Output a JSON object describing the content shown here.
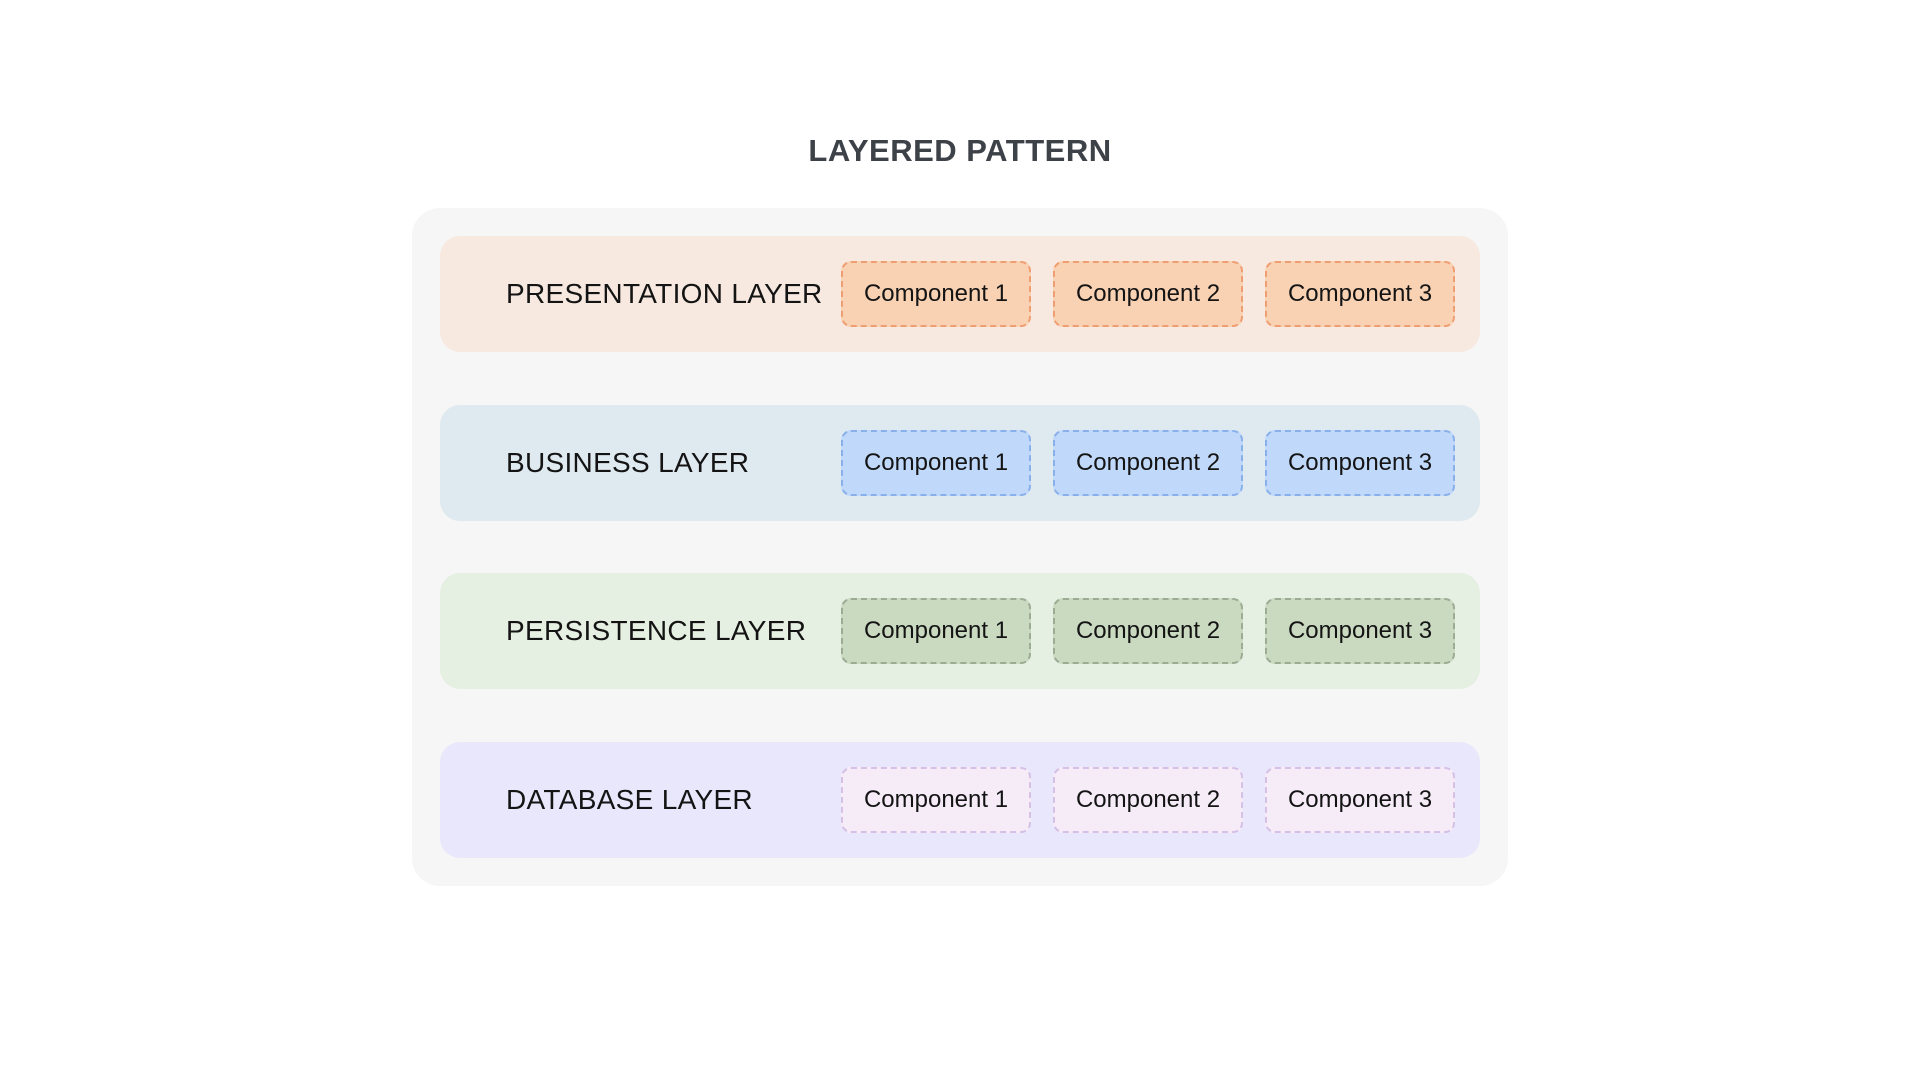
{
  "title": "LAYERED PATTERN",
  "colors": {
    "page_bg": "#ffffff",
    "container_bg": "#f6f6f6",
    "title_text": "#3d4148",
    "label_text": "#141414"
  },
  "layers": [
    {
      "name": "PRESENTATION LAYER",
      "bg": "#f7e9df",
      "component_bg": "#f9d1b3",
      "component_border": "#ef9e72",
      "components": [
        "Component 1",
        "Component 2",
        "Component 3"
      ]
    },
    {
      "name": "BUSINESS LAYER",
      "bg": "#dfe9f0",
      "component_bg": "#c0d9fa",
      "component_border": "#8ab0ec",
      "components": [
        "Component 1",
        "Component 2",
        "Component 3"
      ]
    },
    {
      "name": "PERSISTENCE LAYER",
      "bg": "#e6f0e2",
      "component_bg": "#c9dac1",
      "component_border": "#9cab94",
      "components": [
        "Component 1",
        "Component 2",
        "Component 3"
      ]
    },
    {
      "name": "DATABASE LAYER",
      "bg": "#e9e7fc",
      "component_bg": "#f5ecf8",
      "component_border": "#d7c0e5",
      "components": [
        "Component 1",
        "Component 2",
        "Component 3"
      ]
    }
  ]
}
